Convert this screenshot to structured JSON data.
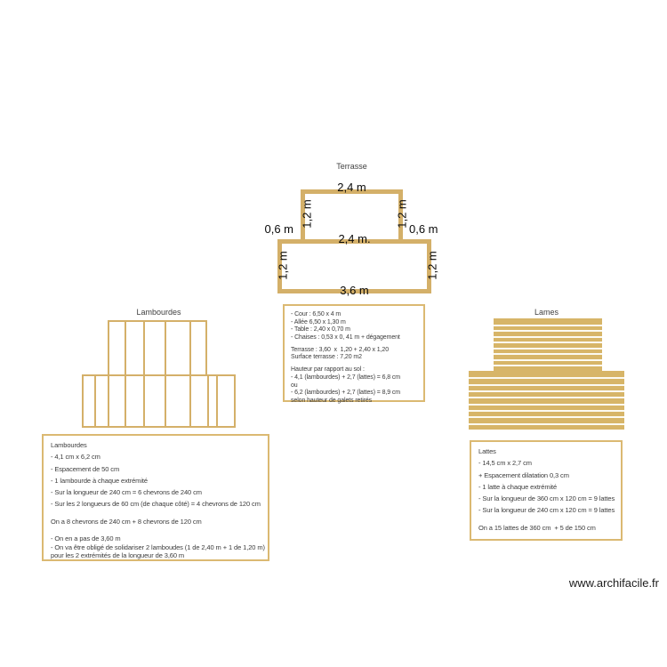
{
  "colors": {
    "wood": "#d4b069",
    "wood_fill": "#d7b568",
    "stripe": "#fcfaf1",
    "box_border": "#dbb972",
    "text": "#3b3b3b",
    "title": "#3f3f3f"
  },
  "terrasse": {
    "title": "Terrasse",
    "dimensions": {
      "top_width": "2,4 m",
      "upper_left_height": "1,2 m",
      "upper_right_height": "1,2 m",
      "left_offset": "0,6 m",
      "right_offset": "0,6 m",
      "middle_width": "2,4 m.",
      "lower_left_height": "1,2 m",
      "lower_right_height": "1,2 m",
      "bottom_width": "3,6 m"
    }
  },
  "notes_center": {
    "lines": [
      {
        "t": "- Cour : 6,50 x 4 m",
        "s": "ti"
      },
      {
        "t": "- Allée 6,50 x 1,30 m",
        "s": "ti"
      },
      {
        "t": "- Table : 2,40 x 0,70 m",
        "s": "ti"
      },
      {
        "t": "- Chaises : 0,53 x 0, 41 m + dégagement",
        "s": "ti"
      },
      {
        "s": "bl"
      },
      {
        "t": "Terrasse : 3,60  x  1,20 + 2,40 x 1,20",
        "s": "ti"
      },
      {
        "t": "Surface terrasse : 7,20 m2",
        "s": "ti"
      },
      {
        "s": "bl"
      },
      {
        "t": "Hauteur par rapport au sol :",
        "s": "ti"
      },
      {
        "t": "- 4,1 (lambourdes) + 2,7 (lattes) = 6,8 cm",
        "s": "ti"
      },
      {
        "t": "ou",
        "s": "ti"
      },
      {
        "t": "- 6,2 (lambourdes) + 2,7 (lattes) = 8,9 cm",
        "s": "ti"
      },
      {
        "t": "selon hauteur de galets retirés",
        "s": "ti"
      }
    ]
  },
  "lambourdes": {
    "title": "Lambourdes",
    "diagram": {
      "top": {
        "lines_x": [
          0,
          19,
          40,
          64,
          92,
          110
        ]
      },
      "bottom": {
        "lines_x": [
          0,
          14,
          29,
          48,
          69,
          93,
          121,
          141,
          151,
          171
        ]
      }
    },
    "notes": {
      "lines": [
        {
          "t": "Lambourdes",
          "s": "sp"
        },
        {
          "t": "- 4,1 cm x 6,2 cm",
          "s": "sp"
        },
        {
          "t": "- Espacement de 50 cm",
          "s": "sp"
        },
        {
          "t": "- 1 lambourde à chaque extrémité",
          "s": "sp"
        },
        {
          "t": "- Sur la longueur de 240 cm = 6 chevrons de 240 cm",
          "s": "sp"
        },
        {
          "t": "- Sur les 2 longueurs de 60 cm (de chaque côté) = 4 chevrons de 120 cm",
          "s": "sp"
        },
        {
          "s": "bl"
        },
        {
          "t": "On a 8 chevrons de 240 cm + 8 chevrons de 120 cm",
          "s": "sp"
        },
        {
          "s": "bl"
        },
        {
          "t": "- On en a pas de 3,60 m",
          "s": "ti"
        },
        {
          "t": "- On va être obligé de solidariser 2 lamboudes (1 de 2,40 m + 1 de 1,20 m)",
          "s": "ti"
        },
        {
          "t": "pour les 2 extrémités de la longueur de 3,60 m",
          "s": "ti"
        }
      ]
    }
  },
  "lames": {
    "title": "Lames",
    "diagram": {
      "top": {
        "stripes": 8
      },
      "bottom": {
        "stripes": 8
      }
    },
    "notes": {
      "lines": [
        {
          "t": "Lattes",
          "s": "sp"
        },
        {
          "t": "- 14,5 cm x 2,7 cm",
          "s": "sp"
        },
        {
          "t": "+ Espacement dilatation 0,3 cm",
          "s": "sp"
        },
        {
          "t": "- 1 latte à chaque extrémité",
          "s": "sp"
        },
        {
          "t": "- Sur la longueur de 360 cm x 120 cm = 9 lattes",
          "s": "sp"
        },
        {
          "t": "- Sur la longueur de 240 cm x 120 cm = 9 lattes",
          "s": "sp"
        },
        {
          "s": "bl"
        },
        {
          "t": "On a 15 lattes de 360 cm  + 5 de 150 cm",
          "s": "ti"
        }
      ]
    }
  },
  "watermark": "www.archifacile.fr"
}
